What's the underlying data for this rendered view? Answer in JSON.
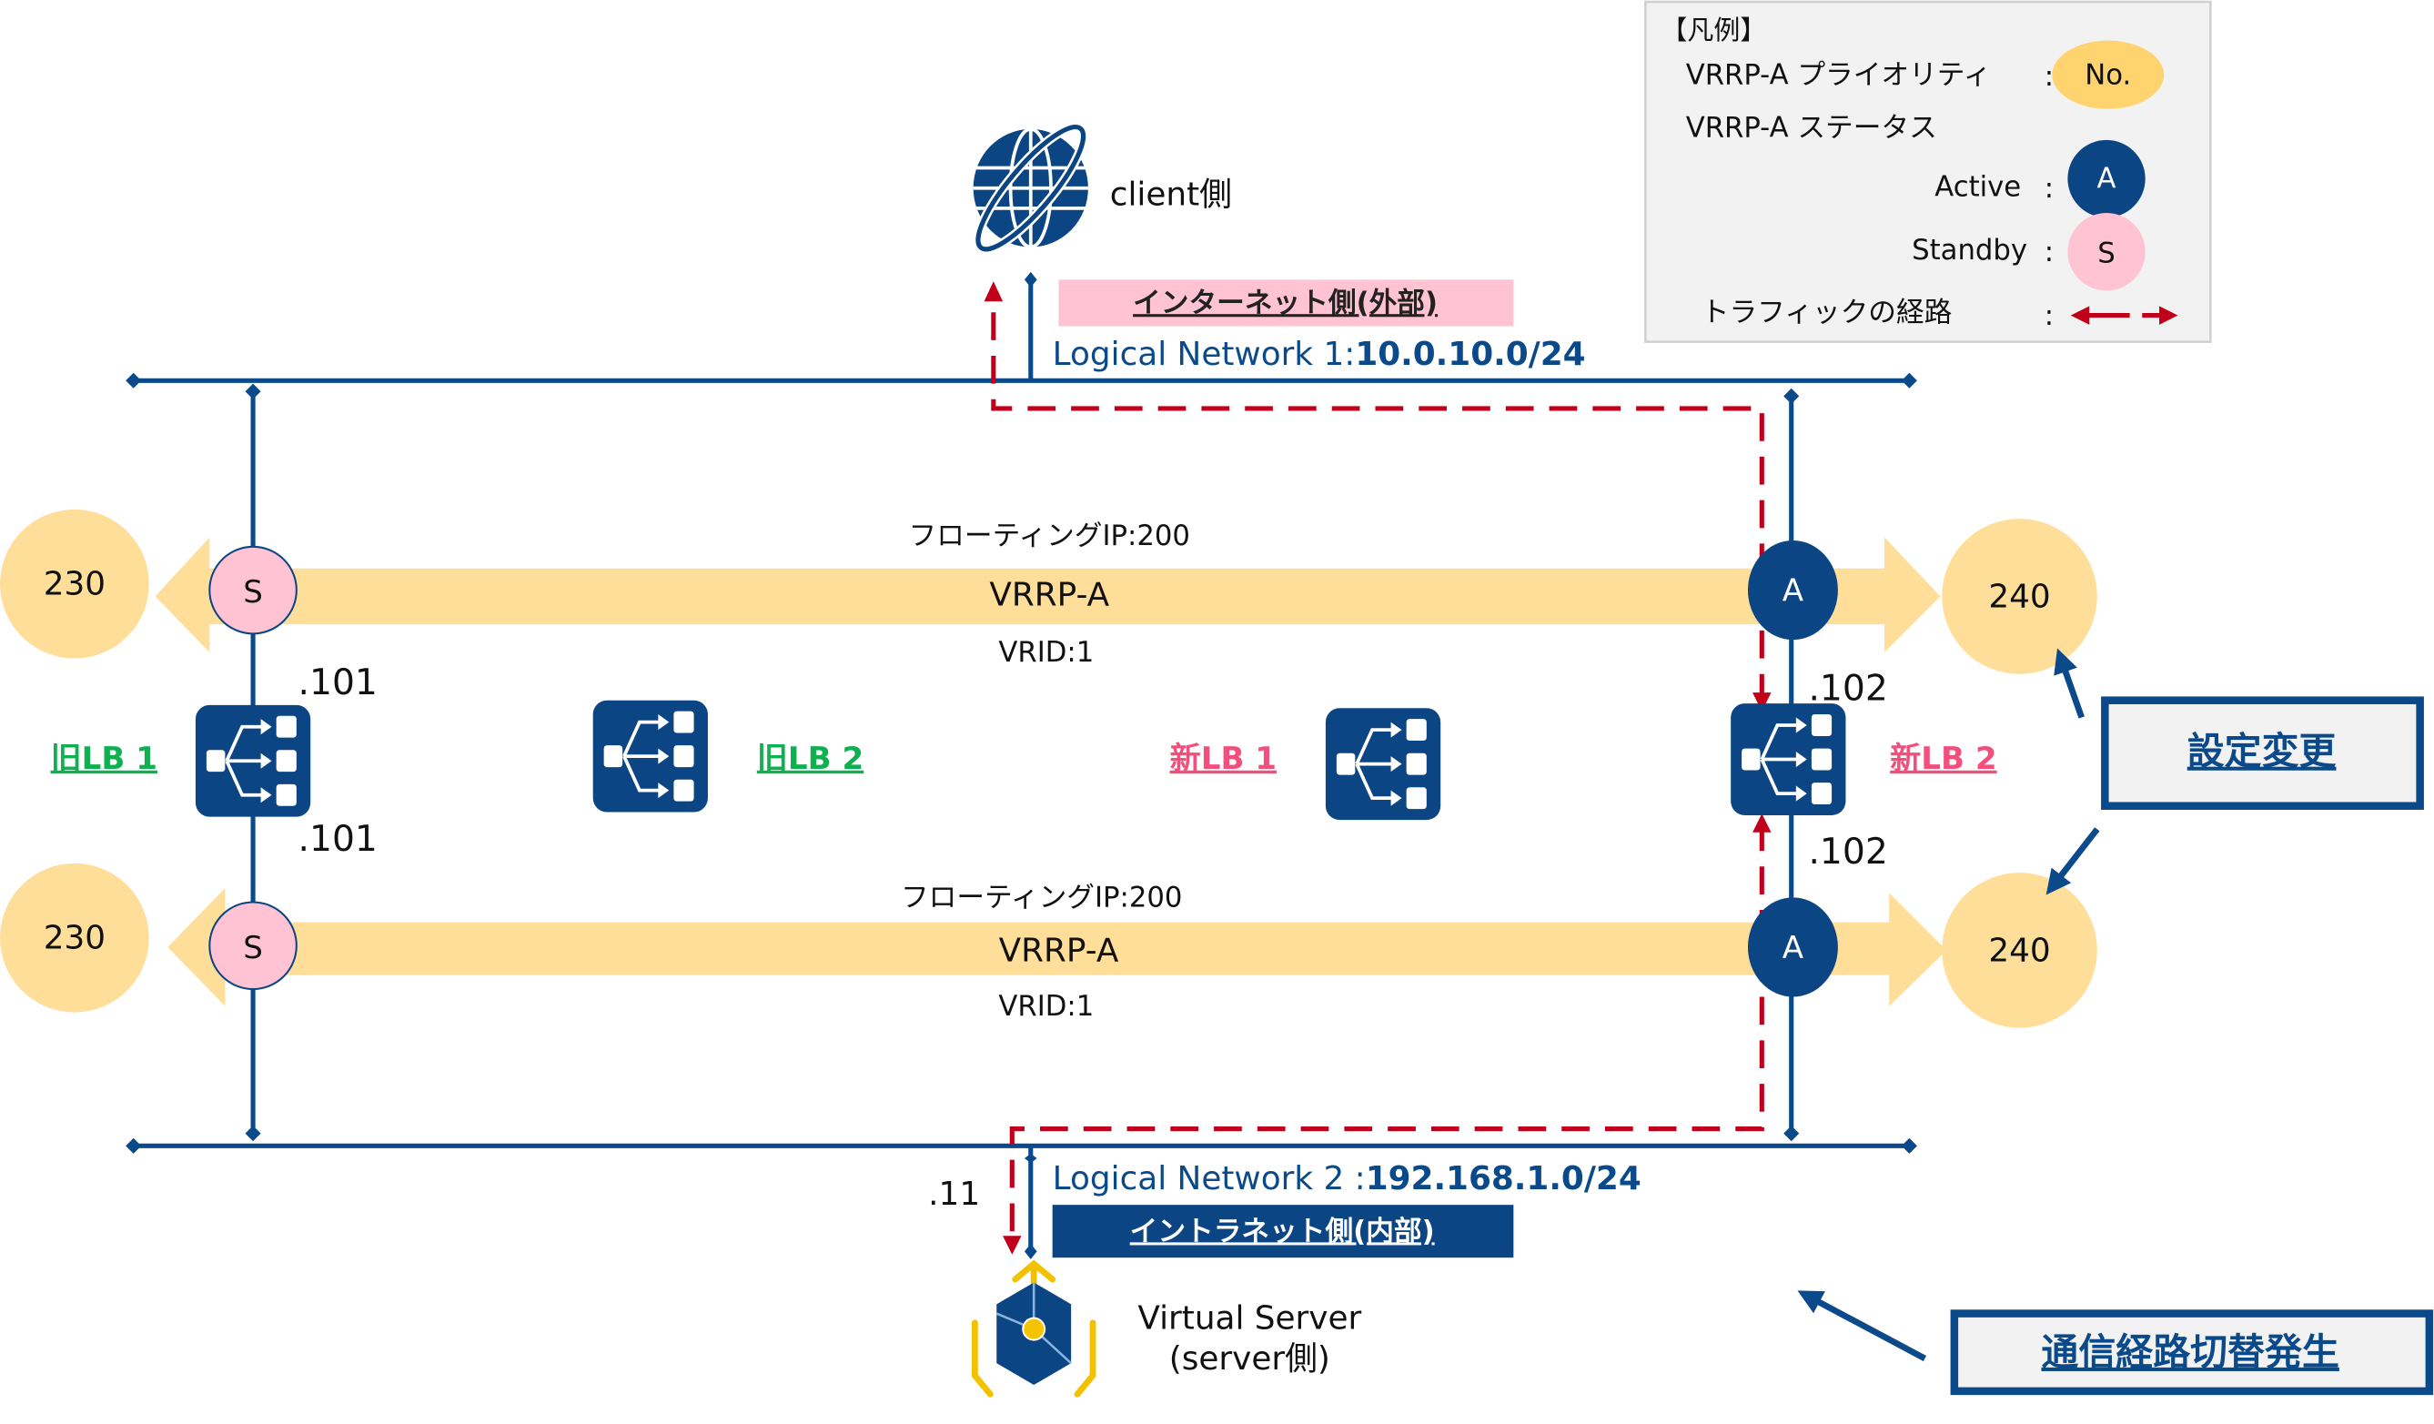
{
  "colors": {
    "network_line": "#0B4A8A",
    "band": "#FFDE9A",
    "priority": "#FFDE9A",
    "active": "#0B4583",
    "standby": "#FFC3D3",
    "traffic": "#C0001A",
    "old_lb_label": "#10B050",
    "new_lb_label": "#F24F7C",
    "legend_bg": "#F2F2F2"
  },
  "legend": {
    "title": "【凡例】",
    "priority_label": "VRRP-A プライオリティ",
    "priority_symbol": "No.",
    "status_label": "VRRP-A ステータス",
    "active_label": "Active",
    "active_symbol": "A",
    "standby_label": "Standby",
    "standby_symbol": "S",
    "traffic_label": "トラフィックの経路",
    "colon": ":"
  },
  "client": {
    "label": "client側",
    "zone": "インターネット側(外部)",
    "network_name": "Logical Network 1:",
    "network_cidr": "10.0.10.0/24"
  },
  "server": {
    "label_line1": "Virtual Server",
    "label_line2": "(server側)",
    "zone": "イントラネット側(内部)",
    "network_name": "Logical Network  2 :",
    "network_cidr": "192.168.1.0/24",
    "ip_suffix": ".11"
  },
  "vrrp_groups": [
    {
      "floating_ip": "フローティングIP:200",
      "name": "VRRP-A",
      "vrid": "VRID:1",
      "left_priority": "230",
      "right_priority": "240",
      "left_status": "S",
      "right_status": "A"
    },
    {
      "floating_ip": "フローティングIP:200",
      "name": "VRRP-A",
      "vrid": "VRID:1",
      "left_priority": "230",
      "right_priority": "240",
      "left_status": "S",
      "right_status": "A"
    }
  ],
  "load_balancers": [
    {
      "label": "旧LB 1",
      "ip_top": ".101",
      "ip_bottom": ".101"
    },
    {
      "label": "旧LB 2"
    },
    {
      "label": "新LB 1"
    },
    {
      "label": "新LB 2",
      "ip_top": ".102",
      "ip_bottom": ".102"
    }
  ],
  "callouts": {
    "config_change": "設定変更",
    "route_switch": "通信経路切替発生"
  }
}
